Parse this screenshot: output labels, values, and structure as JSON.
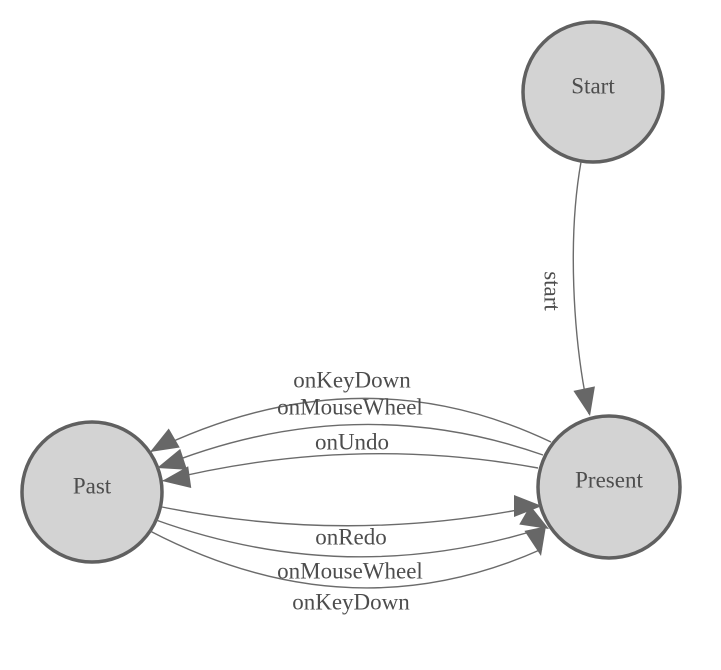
{
  "diagram": {
    "kind": "finite-state-machine",
    "colors": {
      "background": "#ffffff",
      "node_fill": "#d3d3d3",
      "node_border": "#606060",
      "edge_line": "#6b6b6b",
      "arrow_fill": "#676767",
      "label_text": "#4d4d4d"
    },
    "nodes": [
      {
        "id": "start",
        "label": "Start"
      },
      {
        "id": "present",
        "label": "Present"
      },
      {
        "id": "past",
        "label": "Past"
      }
    ],
    "edges": [
      {
        "from": "start",
        "to": "present",
        "label": "start"
      },
      {
        "from": "present",
        "to": "past",
        "label": "onKeyDown"
      },
      {
        "from": "present",
        "to": "past",
        "label": "onMouseWheel"
      },
      {
        "from": "present",
        "to": "past",
        "label": "onUndo"
      },
      {
        "from": "past",
        "to": "present",
        "label": "onRedo"
      },
      {
        "from": "past",
        "to": "present",
        "label": "onMouseWheel"
      },
      {
        "from": "past",
        "to": "present",
        "label": "onKeyDown"
      }
    ]
  }
}
